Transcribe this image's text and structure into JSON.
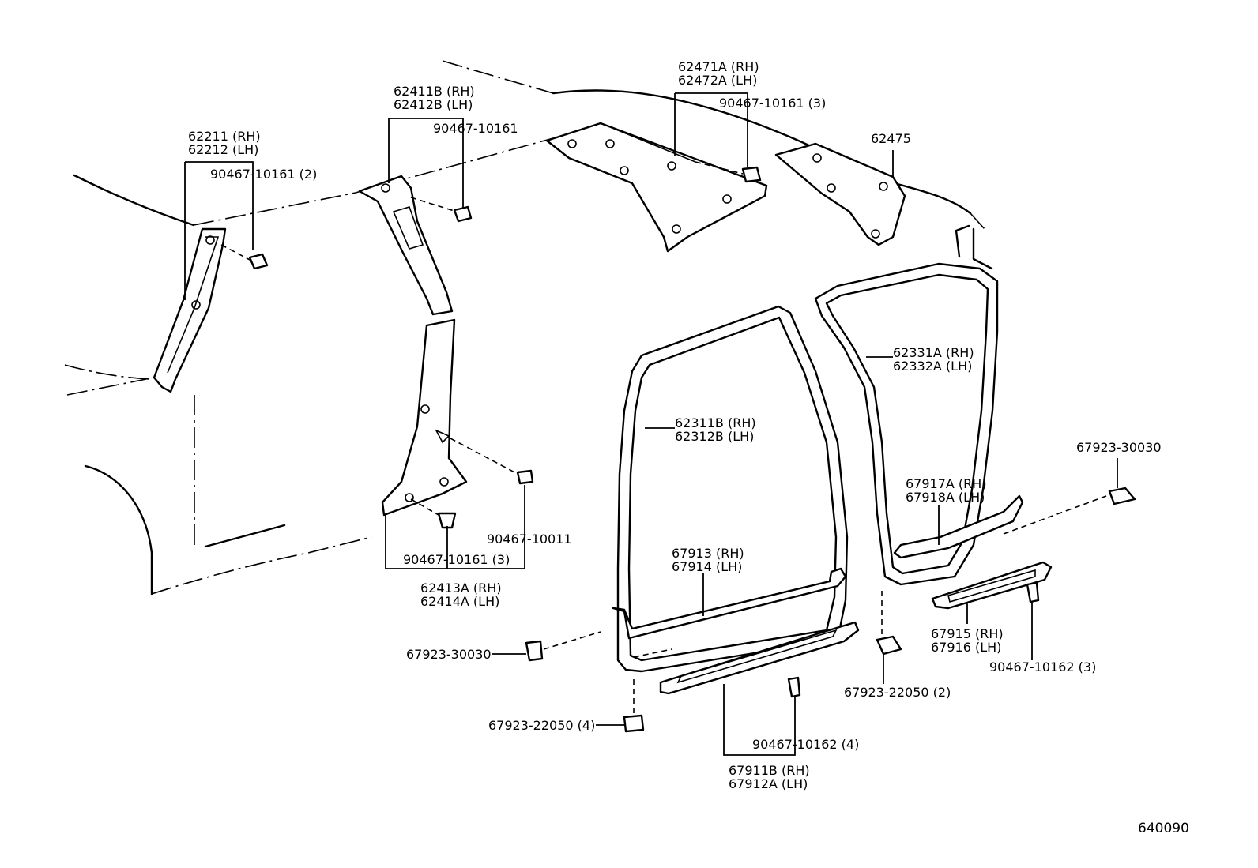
{
  "labels": {
    "p62211": "62211 (RH)",
    "p62212": "62212 (LH)",
    "c62211": "90467-10161 (2)",
    "p62411": "62411B (RH)",
    "p62412": "62412B (LH)",
    "c62411": "90467-10161",
    "p62471": "62471A (RH)",
    "p62472": "62472A (LH)",
    "c62471": "90467-10161 (3)",
    "p62475": "62475",
    "p62331": "62331A (RH)",
    "p62332": "62332A (LH)",
    "p62311": "62311B (RH)",
    "p62312": "62312B (LH)",
    "c6792330030r": "67923-30030",
    "p67917": "67917A (RH)",
    "p67918": "67918A (LH)",
    "c90467_10011": "90467-10011",
    "c90467_10161_3b": "90467-10161 (3)",
    "p62413": "62413A (RH)",
    "p62414": "62414A (LH)",
    "p67913": "67913 (RH)",
    "p67914": "67914 (LH)",
    "c6792330030l": "67923-30030",
    "p67915": "67915 (RH)",
    "p67916": "67916 (LH)",
    "c90467_10162_3": "90467-10162 (3)",
    "c6792322050_2": "67923-22050 (2)",
    "c6792322050_4": "67923-22050 (4)",
    "c90467_10162_4": "90467-10162 (4)",
    "p67911": "67911B (RH)",
    "p67912": "67912A (LH)",
    "figure_code": "640090"
  }
}
